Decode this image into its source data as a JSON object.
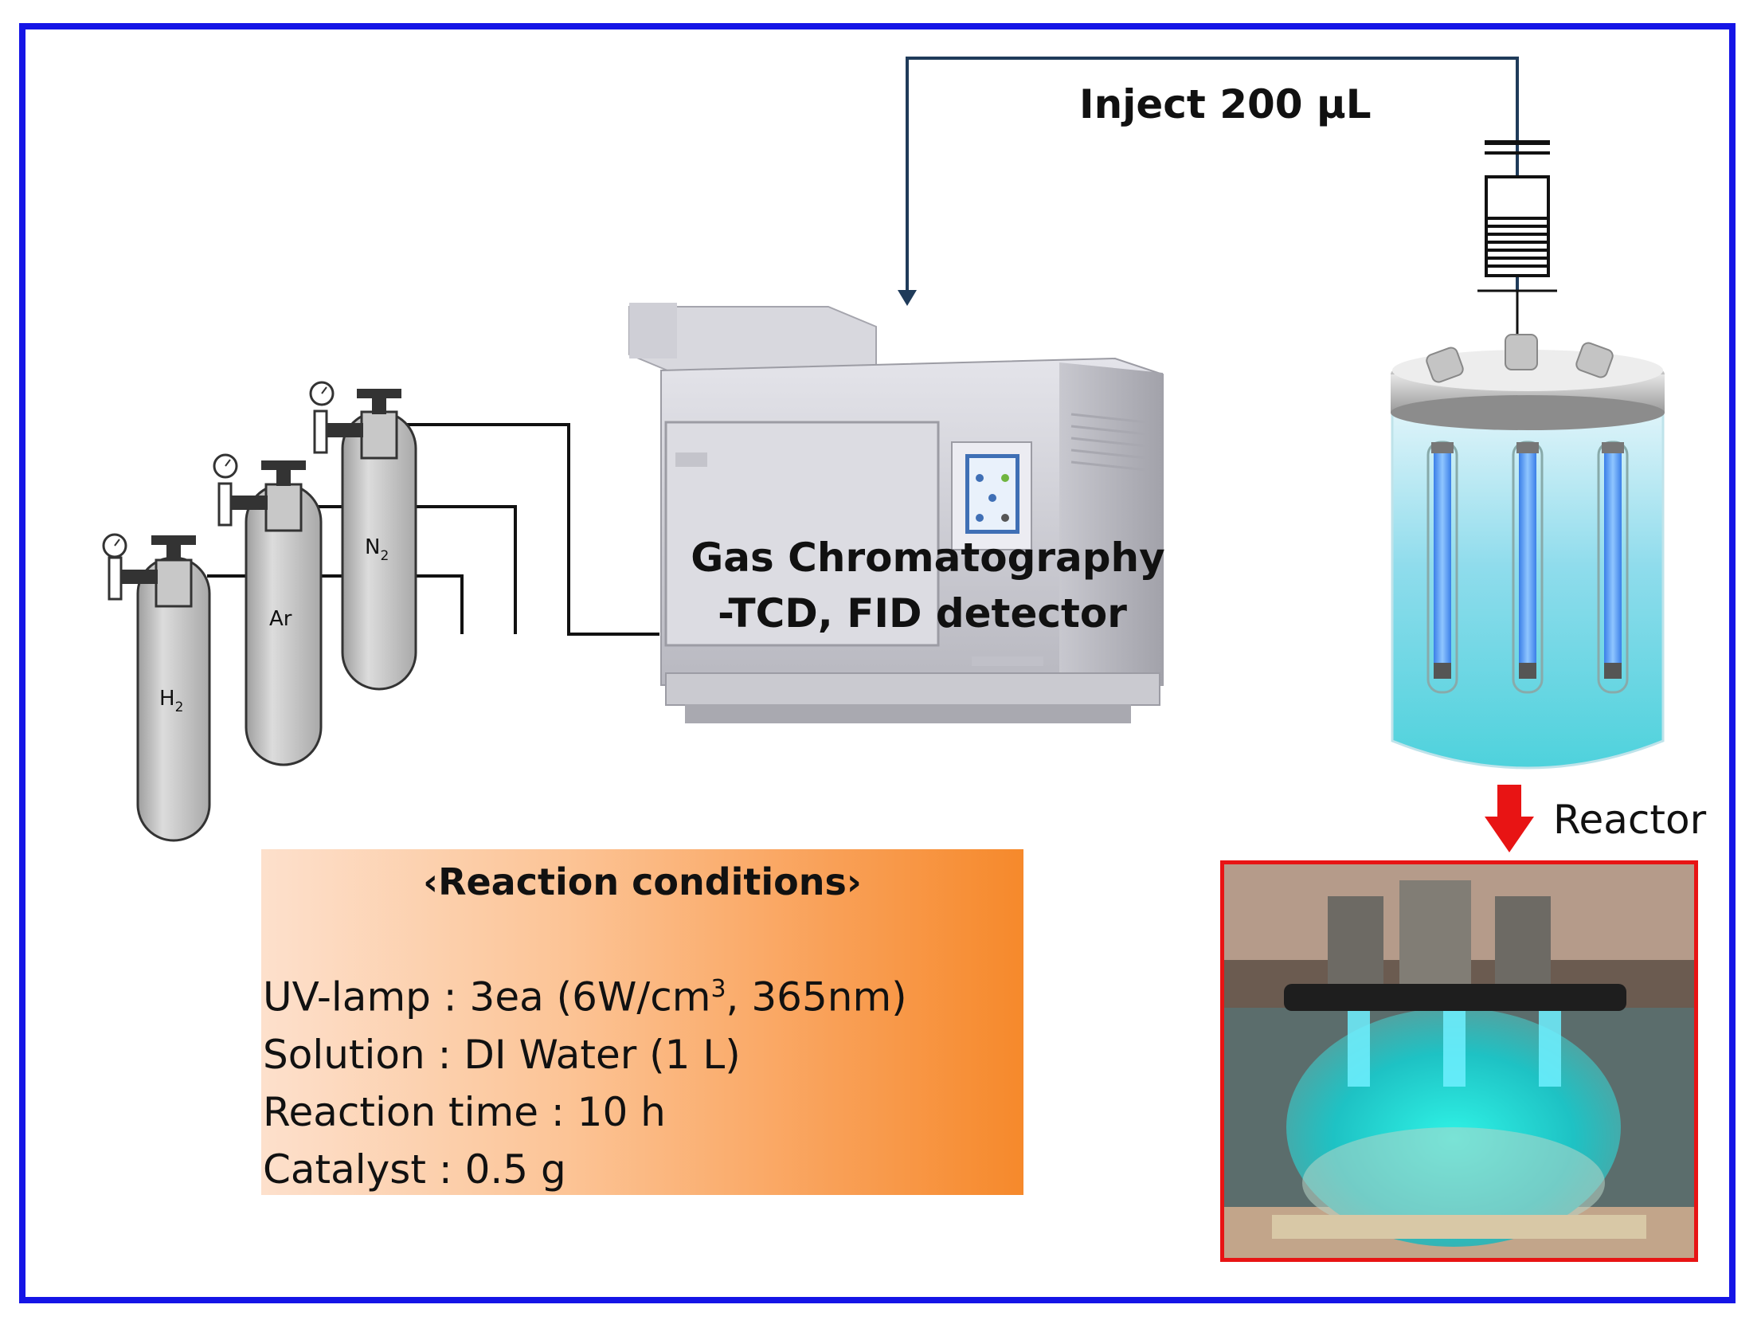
{
  "injection": {
    "label": "Inject 200 μL"
  },
  "gas_cylinders": [
    {
      "id": "h2",
      "label": "H",
      "subscript": "2"
    },
    {
      "id": "ar",
      "label": "Ar",
      "subscript": ""
    },
    {
      "id": "n2",
      "label": "N",
      "subscript": "2"
    }
  ],
  "gc_instrument": {
    "line1": "Gas Chromatography",
    "line2": "-TCD, FID detector"
  },
  "reactor": {
    "label": "Reactor"
  },
  "reaction_conditions": {
    "title": "‹Reaction conditions›",
    "lines": [
      {
        "pre": "UV-lamp : 3ea (6W/cm",
        "sup": "3",
        "post": ", 365nm)"
      },
      {
        "pre": "Solution : DI Water (1 L)",
        "sup": "",
        "post": ""
      },
      {
        "pre": "Reaction time : 10 h",
        "sup": "",
        "post": ""
      },
      {
        "pre": "Catalyst : 0.5 g",
        "sup": "",
        "post": ""
      }
    ]
  },
  "colors": {
    "frame_border": "#1515e6",
    "photo_border": "#e81414",
    "arrow": "#e81414",
    "injection_line": "#1f3b5a",
    "conditions_gradient_start": "#fde0cc",
    "conditions_gradient_end": "#f6892b"
  }
}
